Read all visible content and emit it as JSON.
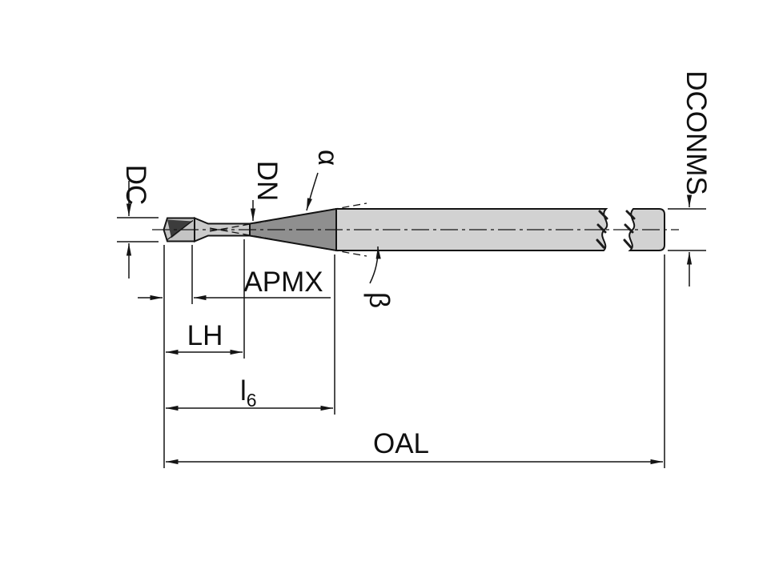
{
  "diagram": {
    "type": "technical-drawing",
    "subject": "end-mill-tool-dimension-diagram",
    "labels": {
      "dc": "DC",
      "dn": "DN",
      "alpha": "α",
      "beta": "β",
      "apmx": "APMX",
      "lh": "LH",
      "l6_main": "l",
      "l6_sub": "6",
      "oal": "OAL",
      "dconms": "DCONMS"
    },
    "colors": {
      "background": "#ffffff",
      "line": "#141414",
      "tip_fill": "#c4c4c4",
      "flute_dark": "#3c3c3c",
      "neck_fill": "#cbcbcb",
      "taper_fill": "#8f8f8f",
      "shank_fill": "#d2d2d2"
    }
  }
}
